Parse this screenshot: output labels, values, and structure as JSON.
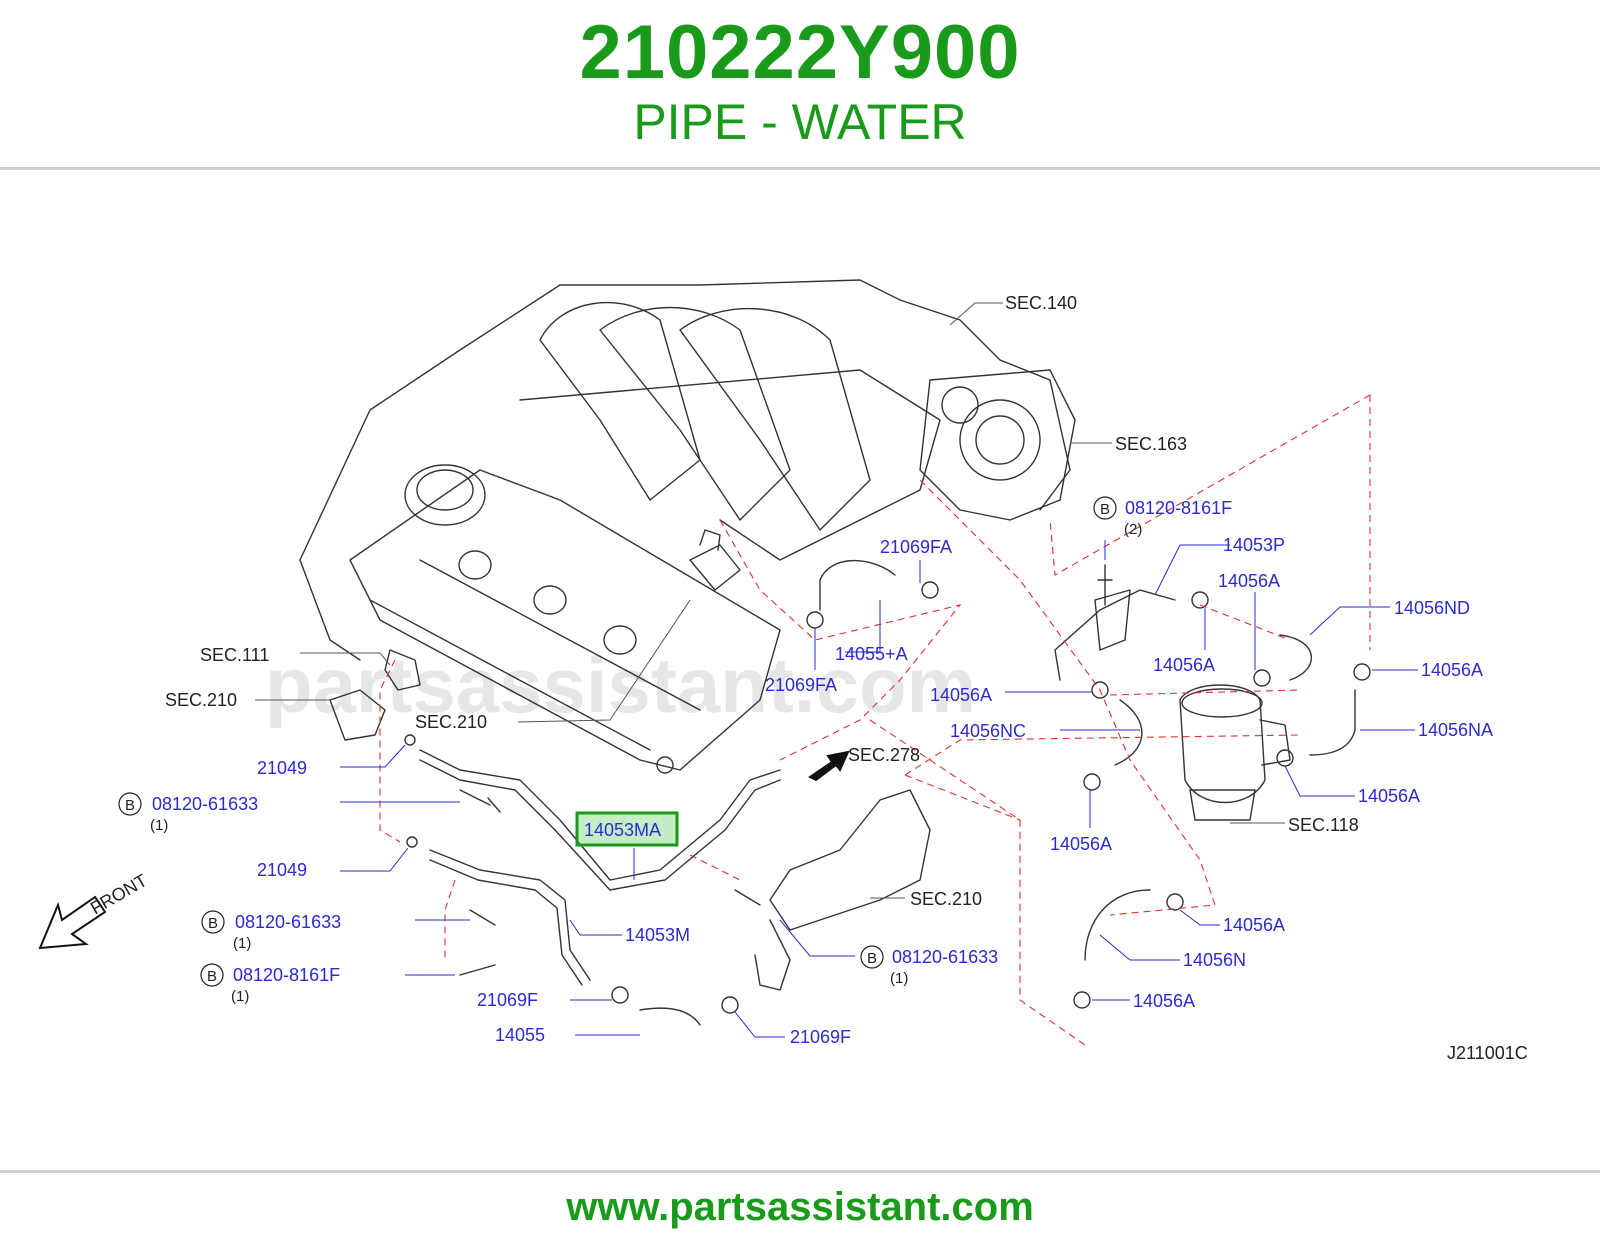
{
  "header": {
    "part_number": "210222Y900",
    "part_name": "PIPE - WATER"
  },
  "watermark": "partsassistant.com",
  "diagram_code": "J211001C",
  "front_label": "FRONT",
  "highlight_color": "#1a9a1a",
  "labels": {
    "sec140": "SEC.140",
    "sec163": "SEC.163",
    "sec111": "SEC.111",
    "sec210_a": "SEC.210",
    "sec210_b": "SEC.210",
    "sec210_c": "SEC.210",
    "sec278": "SEC.278",
    "sec118": "SEC.118",
    "p08120_8161F_top": "08120-8161F",
    "p08120_8161F_top_qty": "(2)",
    "p14053P": "14053P",
    "p21069FA_a": "21069FA",
    "p21069FA_b": "21069FA",
    "p14055A": "14055+A",
    "p14056A_1": "14056A",
    "p14056A_2": "14056A",
    "p14056A_3": "14056A",
    "p14056A_4": "14056A",
    "p14056A_5": "14056A",
    "p14056A_6": "14056A",
    "p14056A_7": "14056A",
    "p14056A_8": "14056A",
    "p14056ND": "14056ND",
    "p14056NC": "14056NC",
    "p14056NA": "14056NA",
    "p14056N": "14056N",
    "p21049_a": "21049",
    "p21049_b": "21049",
    "p08120_61633_a": "08120-61633",
    "p08120_61633_a_qty": "(1)",
    "p08120_61633_b": "08120-61633",
    "p08120_61633_b_qty": "(1)",
    "p08120_61633_c": "08120-61633",
    "p08120_61633_c_qty": "(1)",
    "p08120_8161F_b": "08120-8161F",
    "p08120_8161F_b_qty": "(1)",
    "p14053MA": "14053MA",
    "p14053M": "14053M",
    "p21069F_a": "21069F",
    "p21069F_b": "21069F",
    "p14055": "14055",
    "bolt_badge": "B"
  },
  "footer": {
    "url": "www.partsassistant.com"
  }
}
